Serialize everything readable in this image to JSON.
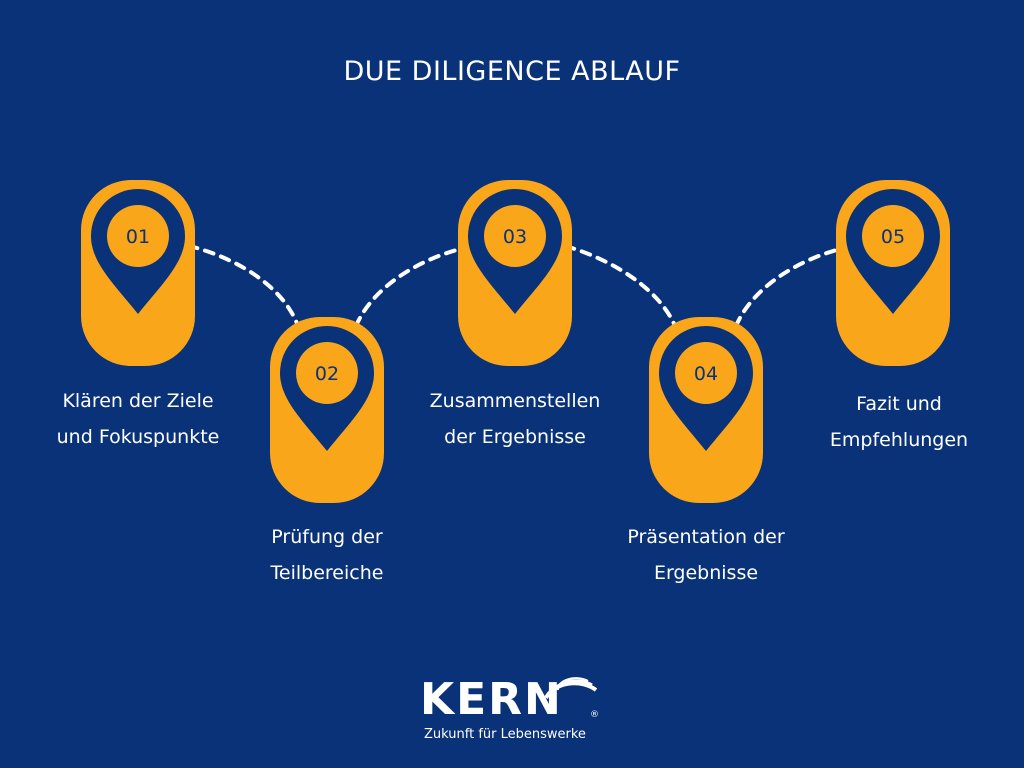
{
  "title": "DUE DILIGENCE ABLAUF",
  "colors": {
    "background": "#0a3278",
    "accent": "#f9a61a",
    "text": "#ffffff"
  },
  "steps": [
    {
      "number": "01",
      "line1": "Klären der Ziele",
      "line2": "und Fokuspunkte"
    },
    {
      "number": "02",
      "line1": "Prüfung der",
      "line2": "Teilbereiche"
    },
    {
      "number": "03",
      "line1": "Zusammenstellen",
      "line2": "der Ergebnisse"
    },
    {
      "number": "04",
      "line1": "Präsentation der",
      "line2": "Ergebnisse"
    },
    {
      "number": "05",
      "line1": "Fazit und",
      "line2": "Empfehlungen"
    }
  ],
  "logo": {
    "wordmark": "KERN",
    "registered": "®",
    "tagline": "Zukunft für Lebenswerke"
  }
}
